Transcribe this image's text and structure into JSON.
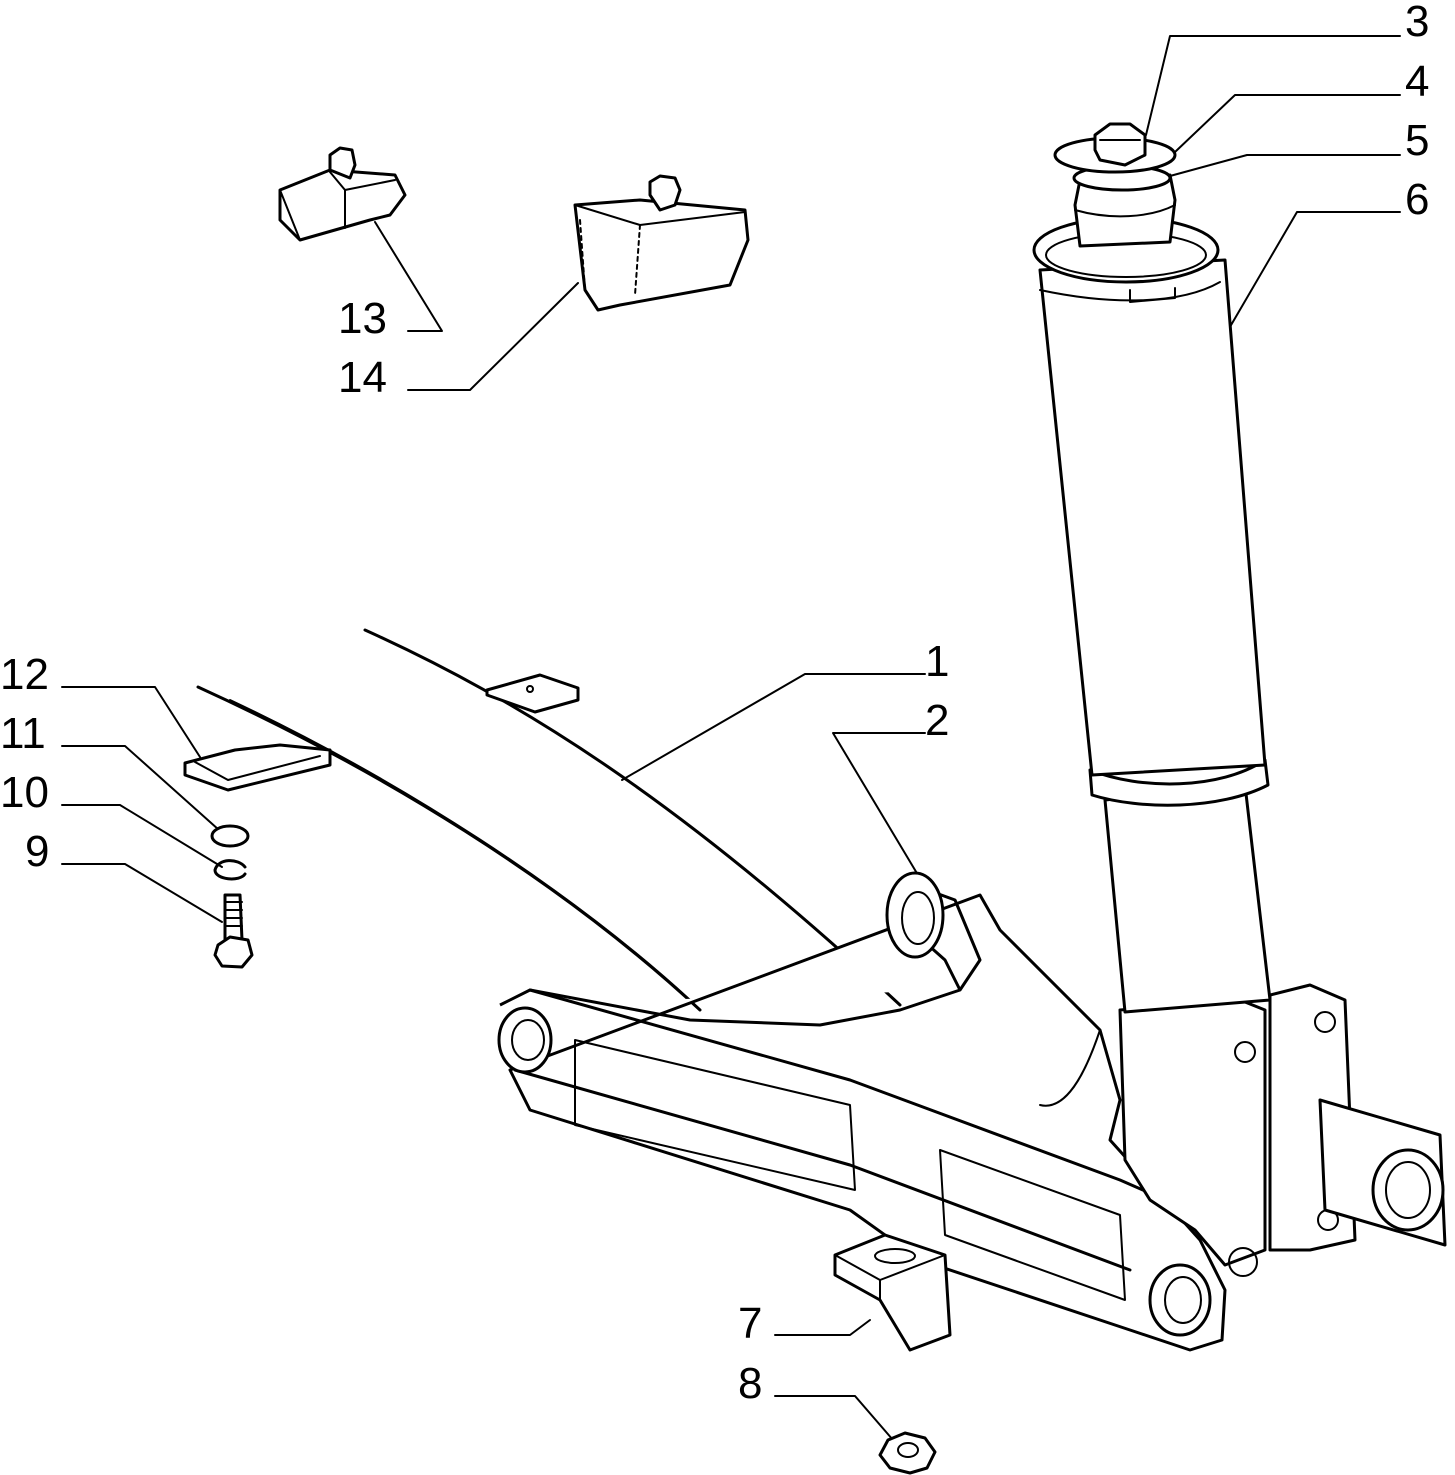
{
  "callouts": [
    {
      "label": "1"
    },
    {
      "label": "2"
    },
    {
      "label": "3"
    },
    {
      "label": "4"
    },
    {
      "label": "5"
    },
    {
      "label": "6"
    },
    {
      "label": "7"
    },
    {
      "label": "8"
    },
    {
      "label": "9"
    },
    {
      "label": "10"
    },
    {
      "label": "11"
    },
    {
      "label": "12"
    },
    {
      "label": "13"
    },
    {
      "label": "14"
    }
  ]
}
